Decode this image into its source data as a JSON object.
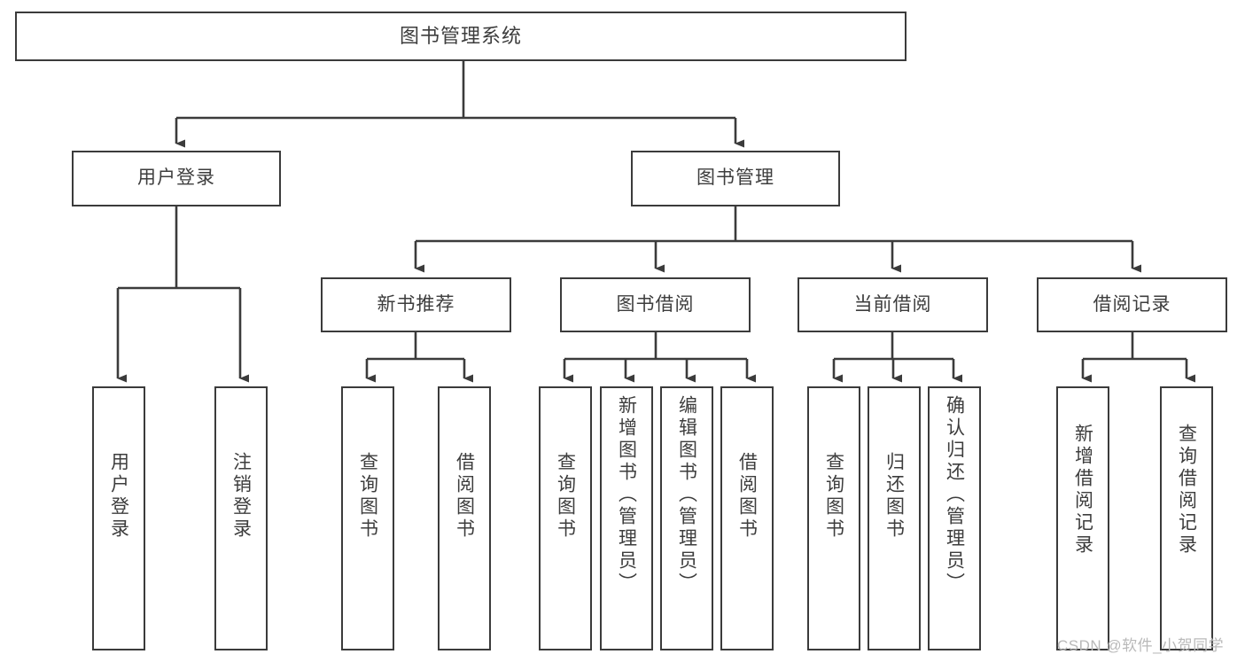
{
  "diagram": {
    "title": "图书管理系统",
    "type": "tree-hierarchy",
    "root": {
      "label": "图书管理系统"
    },
    "level2": [
      {
        "label": "用户登录"
      },
      {
        "label": "图书管理"
      }
    ],
    "level3": [
      {
        "label": "新书推荐"
      },
      {
        "label": "图书借阅"
      },
      {
        "label": "当前借阅"
      },
      {
        "label": "借阅记录"
      }
    ],
    "leaves": {
      "user_login": [
        {
          "label": "用户登录"
        },
        {
          "label": "注销登录"
        }
      ],
      "new_book_recommend": [
        {
          "label": "查询图书"
        },
        {
          "label": "借阅图书"
        }
      ],
      "book_borrow": [
        {
          "label": "查询图书"
        },
        {
          "label": "新增图书（管理员）"
        },
        {
          "label": "编辑图书（管理员）"
        },
        {
          "label": "借阅图书"
        }
      ],
      "current_borrow": [
        {
          "label": "查询图书"
        },
        {
          "label": "归还图书"
        },
        {
          "label": "确认归还（管理员）"
        }
      ],
      "borrow_record": [
        {
          "label": "新增借阅记录"
        },
        {
          "label": "查询借阅记录"
        }
      ]
    }
  },
  "watermark": {
    "text": "CSDN @软件_小贺同学"
  },
  "colors": {
    "border": "#3b3b3b",
    "text": "#3d3d3d",
    "background": "#ffffff",
    "watermark": "#b9b9b9"
  }
}
